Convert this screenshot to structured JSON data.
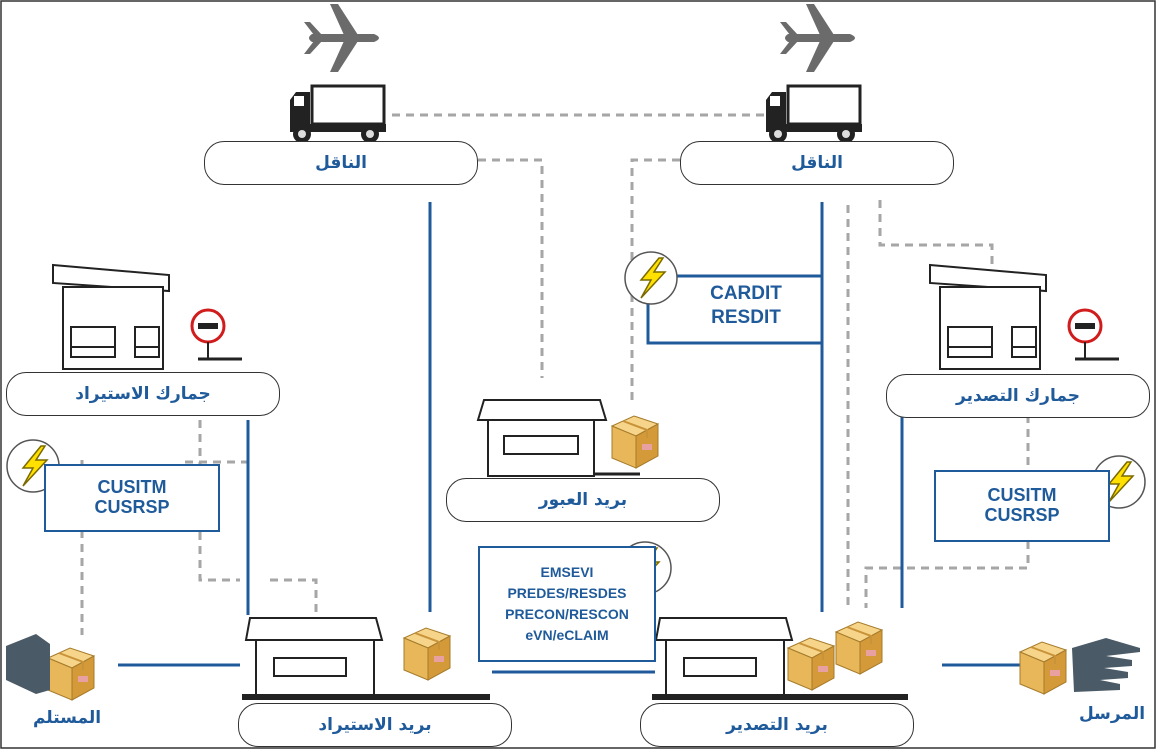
{
  "nodes": {
    "carrier_left": "الناقل",
    "carrier_right": "الناقل",
    "import_customs": "جمارك الاستيراد",
    "export_customs": "جمارك التصدير",
    "transit_post": "بريد العبور",
    "import_post": "بريد الاستيراد",
    "export_post": "بريد التصدير",
    "recipient": "المستلم",
    "sender": "المرسل"
  },
  "messages": {
    "carrier_msgs": [
      "CARDIT",
      "RESDIT"
    ],
    "import_customs_msgs": [
      "CUSITM",
      "CUSRSP"
    ],
    "export_customs_msgs": [
      "CUSITM",
      "CUSRSP"
    ],
    "post_msgs": [
      "EMSEVI",
      "PREDES/RESDES",
      "PRECON/RESCON",
      "eVN/eCLAIM"
    ]
  },
  "icons": [
    "airplane-icon",
    "truck-icon",
    "building-icon",
    "no-entry-sign-icon",
    "lightning-icon",
    "parcel-icon",
    "hand-icon"
  ],
  "colors": {
    "blue": "#1f5a9a",
    "dash": "#a6a6a6",
    "lightning": "#ffe000"
  }
}
